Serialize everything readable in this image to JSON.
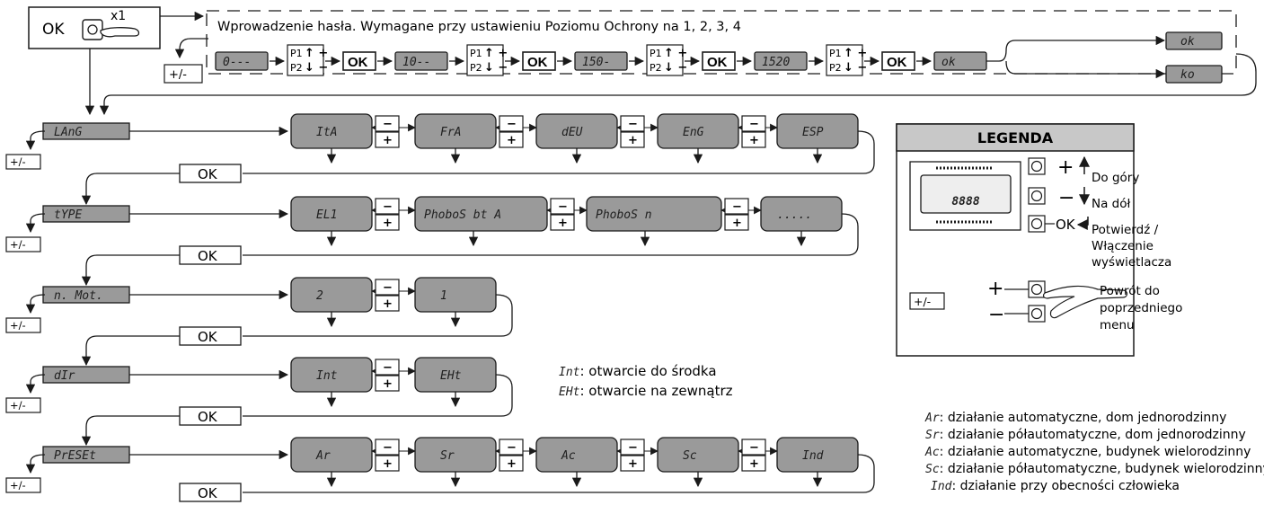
{
  "header": {
    "ok_label": "OK",
    "multiplier": "x1",
    "password_note": "Wprowadzenie hasła. Wymagane przy ustawieniu Poziomu Ochrony na 1, 2, 3, 4",
    "plus_minus": "+/-"
  },
  "password": {
    "steps": [
      "0---",
      "10--",
      "150-",
      "1520"
    ],
    "p1": "P1",
    "p2": "P2",
    "up_sign": "↑ +",
    "down_sign": "↓ −",
    "ok": "OK",
    "result": "ok",
    "outcomes": [
      "ok",
      "ko"
    ]
  },
  "menus": [
    {
      "label": "LAnG",
      "options": [
        "ItA",
        "FrA",
        "dEU",
        "EnG",
        "ESP"
      ],
      "ok": "OK",
      "back": "+/-"
    },
    {
      "label": "tYPE",
      "options": [
        "EL1",
        "PhoboS bt A",
        "PhoboS n",
        "....."
      ],
      "ok": "OK",
      "back": "+/-"
    },
    {
      "label": "n. Mot.",
      "options": [
        "2",
        "1"
      ],
      "ok": "OK",
      "back": "+/-"
    },
    {
      "label": "dIr",
      "options": [
        "Int",
        "EHt"
      ],
      "ok": "OK",
      "back": "+/-"
    },
    {
      "label": "PrESEt",
      "options": [
        "Ar",
        "Sr",
        "Ac",
        "Sc",
        "Ind"
      ],
      "ok": "OK",
      "back": "+/-"
    }
  ],
  "nav_signs": {
    "minus": "−",
    "plus": "+"
  },
  "dir_notes": [
    {
      "code": "Int",
      "text": ": otwarcie do środka"
    },
    {
      "code": "EHt",
      "text": ": otwarcie na zewnątrz"
    }
  ],
  "preset_notes": [
    {
      "code": "Ar",
      "text": ": działanie automatyczne, dom jednorodzinny"
    },
    {
      "code": "Sr",
      "text": ": działanie półautomatyczne, dom jednorodzinny"
    },
    {
      "code": "Ac",
      "text": ": działanie automatyczne, budynek wielorodzinny"
    },
    {
      "code": "Sc",
      "text": ": działanie półautomatyczne, budynek wielorodzinny"
    },
    {
      "code": "Ind",
      "text": ": działanie przy obecności człowieka"
    }
  ],
  "legend": {
    "title": "LEGENDA",
    "display": "8888",
    "plus": "+",
    "minus": "−",
    "ok": "OK",
    "up": "Do góry",
    "down": "Na dół",
    "confirm": [
      "Potwierdź /",
      "Włączenie",
      "wyświetlacza"
    ],
    "back": [
      "Powrót do",
      "poprzedniego",
      "menu"
    ],
    "pm": "+/-"
  },
  "colors": {
    "box_fill": "#9a9a9a",
    "box_stroke": "#1a1a1a",
    "legend_header": "#c8c8c8",
    "display_fill": "#eeeeee"
  }
}
